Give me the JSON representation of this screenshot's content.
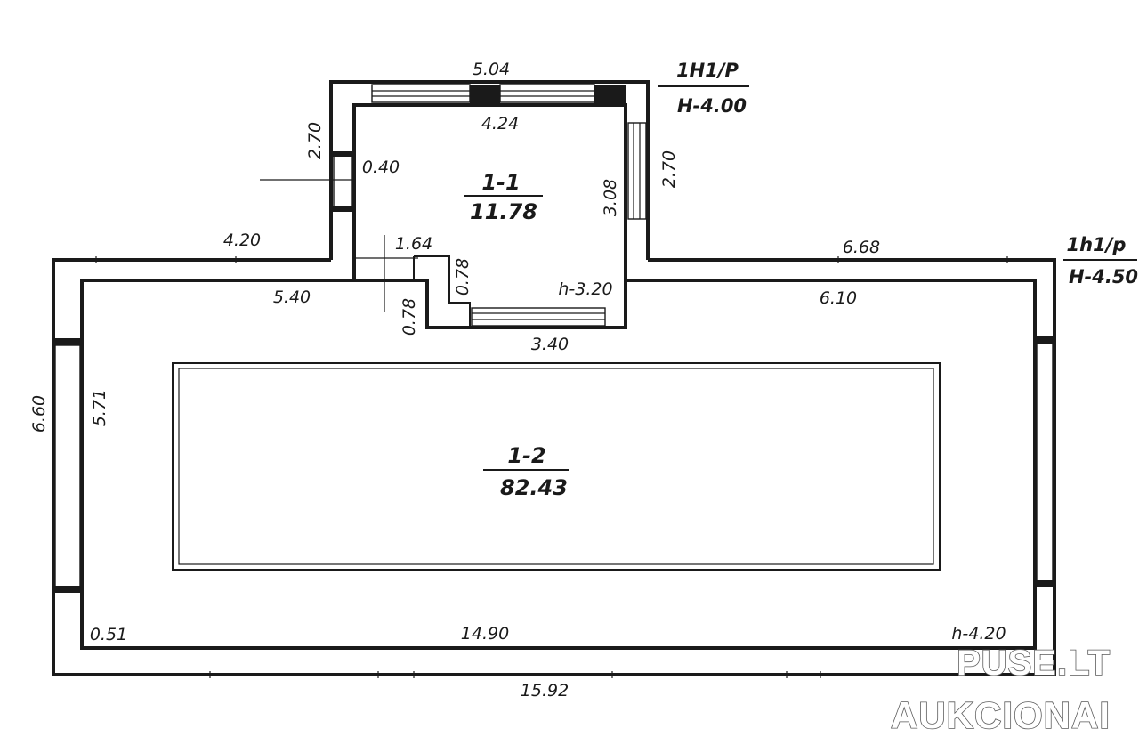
{
  "rooms": [
    {
      "id": "1-1",
      "area": "11.78"
    },
    {
      "id": "1-2",
      "area": "82.43"
    }
  ],
  "levels": {
    "top": {
      "label": "1H1/P",
      "height": "H-4.00"
    },
    "right": {
      "label": "1h1/p",
      "height": "H-4.50"
    }
  },
  "dimensions": {
    "d_5_04": "5.04",
    "d_4_24": "4.24",
    "d_2_70_left": "2.70",
    "d_0_40": "0.40",
    "d_3_08": "3.08",
    "d_2_70_right": "2.70",
    "d_4_20_top": "4.20",
    "d_1_64": "1.64",
    "d_0_78_a": "0.78",
    "d_h_3_20": "h-3.20",
    "d_6_68": "6.68",
    "d_5_40": "5.40",
    "d_0_78_b": "0.78",
    "d_3_40": "3.40",
    "d_6_10": "6.10",
    "d_6_60": "6.60",
    "d_5_71": "5.71",
    "d_0_51": "0.51",
    "d_14_90": "14.90",
    "d_h_4_20": "h-4.20",
    "d_15_92": "15.92"
  },
  "watermark": {
    "line1": "PUSE.LT",
    "line2": "AUKCIONAI"
  }
}
